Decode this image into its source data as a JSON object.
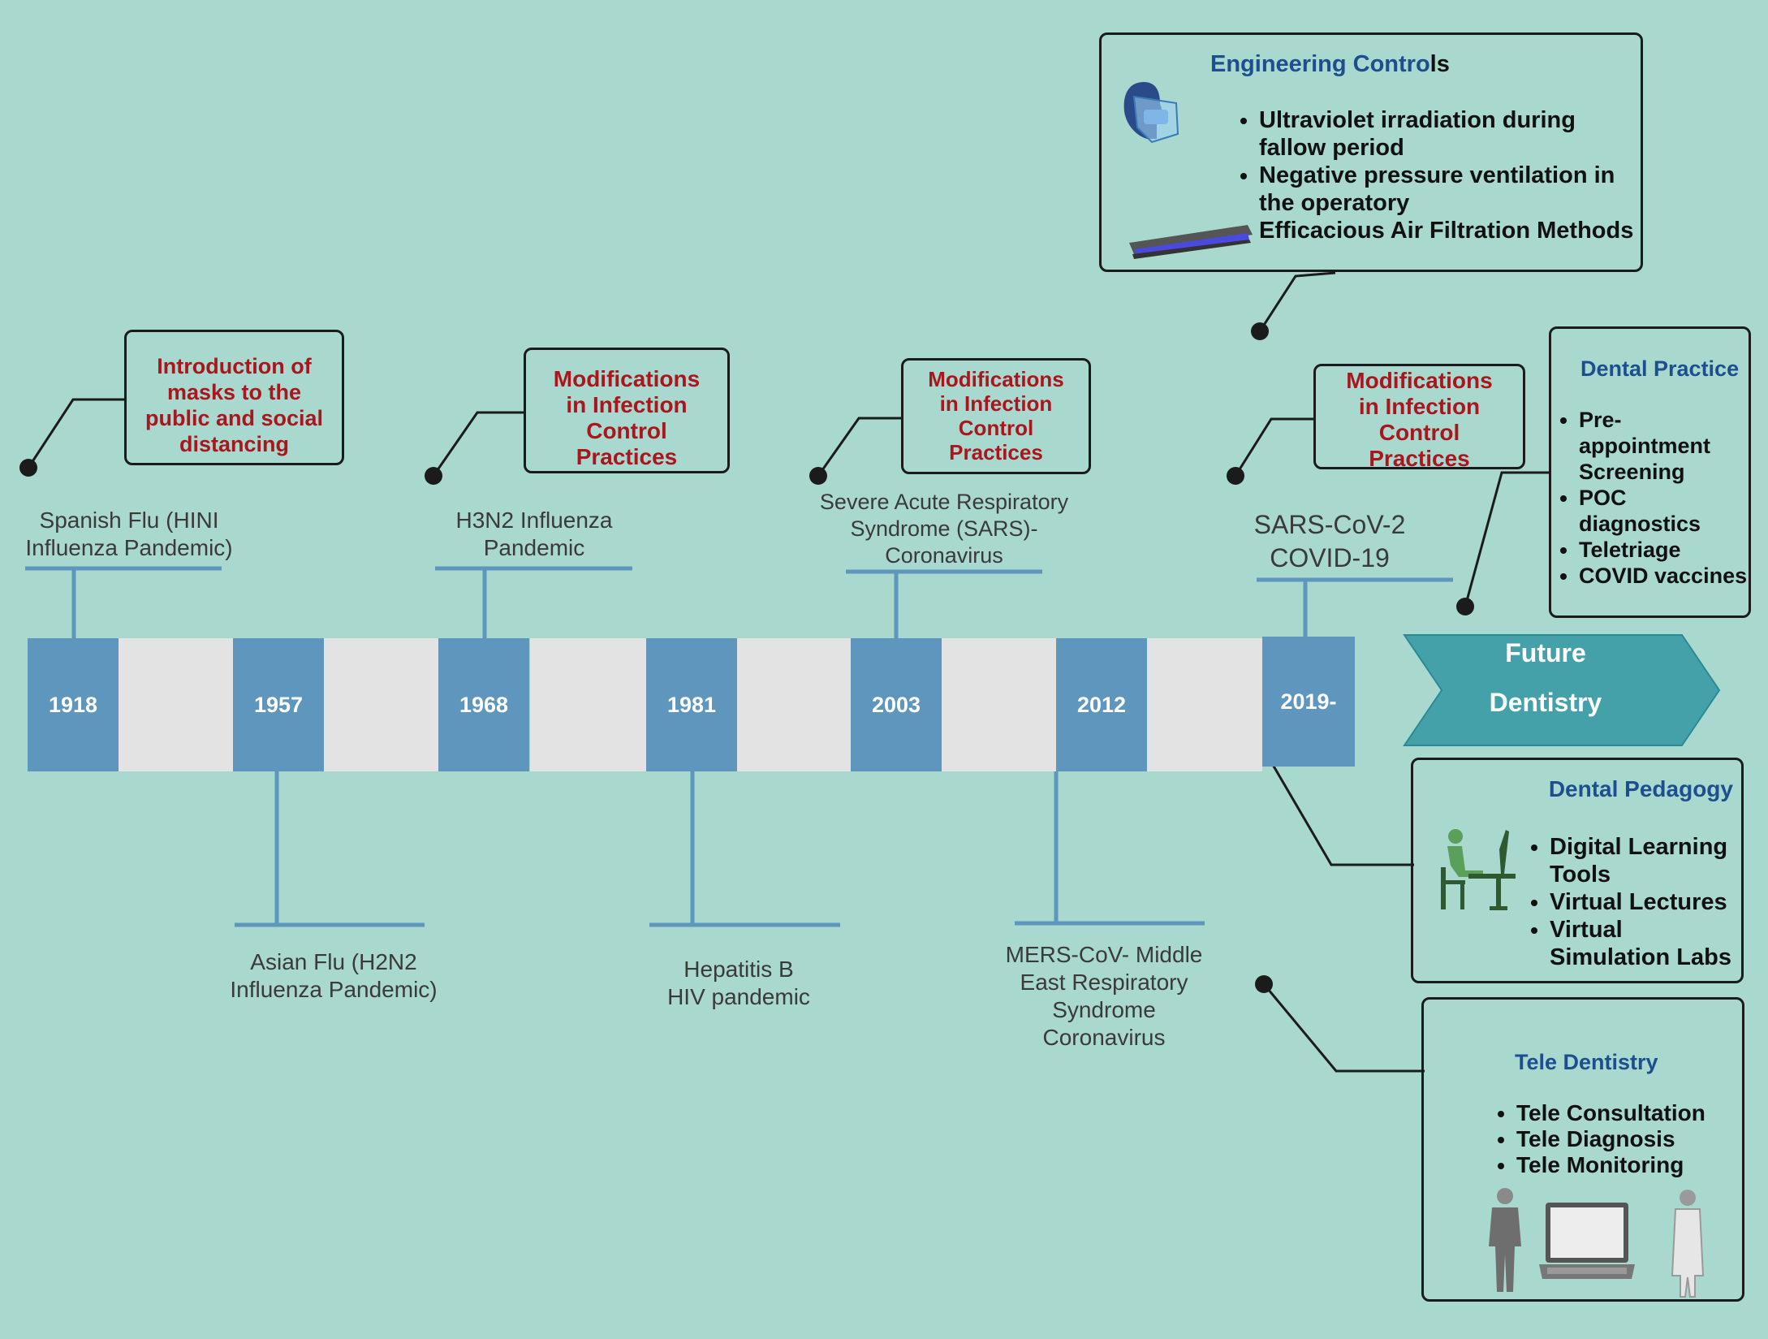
{
  "timeline": {
    "years": [
      "1918",
      "1957",
      "1968",
      "1981",
      "2003",
      "2012",
      "2019-"
    ],
    "events_above": [
      "Spanish Flu (HINI\nInfluenza Pandemic)",
      "H3N2 Influenza\nPandemic",
      "Severe Acute Respiratory\nSyndrome (SARS)-\nCoronavirus",
      "SARS-CoV-2\nCOVID-19"
    ],
    "events_below": [
      "Asian Flu (H2N2\nInfluenza Pandemic)",
      "Hepatitis B\nHIV pandemic",
      "MERS-CoV- Middle\nEast Respiratory\nSyndrome\nCoronavirus"
    ]
  },
  "callouts": [
    "Introduction of\nmasks to the\npublic and social\ndistancing",
    "Modifications\nin Infection\nControl\nPractices",
    "Modifications\nin Infection\nControl\nPractices",
    "Modifications\nin Infection\nControl\nPractices"
  ],
  "future": {
    "line1": "Future",
    "line2": "Dentistry"
  },
  "engineering": {
    "title_a": "Engineering Contro",
    "title_b": "ls",
    "items": [
      "Ultraviolet irradiation during\nfallow period",
      "Negative pressure ventilation in\nthe operatory",
      "Efficacious Air Filtration Methods"
    ]
  },
  "dental_practice": {
    "title": "Dental Practice",
    "items": [
      "Pre-\nappointment\nScreening",
      "POC\ndiagnostics",
      "Teletriage",
      "COVID vaccines"
    ]
  },
  "dental_pedagogy": {
    "title": "Dental Pedagogy",
    "items": [
      "Digital Learning\nTools",
      "Virtual Lectures",
      "Virtual\nSimulation Labs"
    ]
  },
  "tele_dentistry": {
    "title": "Tele Dentistry",
    "items": [
      "Tele Consultation",
      "Tele Diagnosis",
      "Tele Monitoring"
    ]
  },
  "colors": {
    "background": "#a9d8ce",
    "year_block": "#5e96bd",
    "gap_block": "#e3e3e3",
    "callout_text": "#a8171d",
    "title_blue": "#1d4f8f",
    "arrow": "#45a1a9"
  },
  "icons": [
    "face-shield-icon",
    "uv-lamp-icon",
    "student-at-computer-icon",
    "dentist-figure-icon",
    "laptop-icon",
    "doctor-figure-icon"
  ]
}
